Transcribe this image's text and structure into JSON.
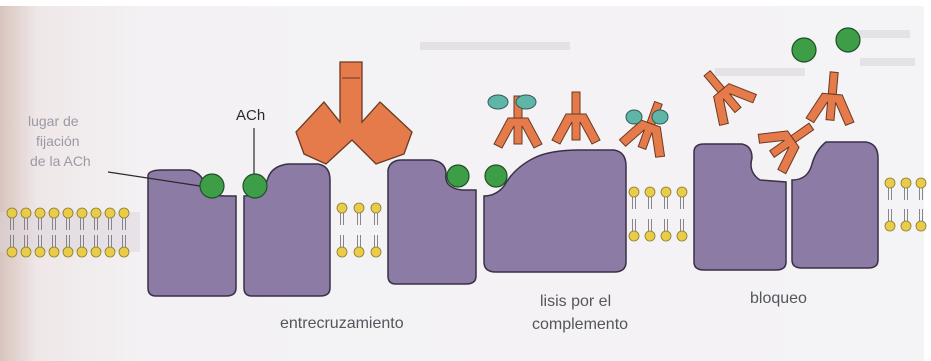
{
  "figure": {
    "label_site_lines": [
      "lugar de",
      "fijación",
      "de la ACh"
    ],
    "label_ach": "ACh",
    "captions": {
      "crosslinking": "entrecruzamiento",
      "lysis_lines": [
        "lisis por el",
        "complemento"
      ],
      "blocking": "bloqueo"
    }
  },
  "colors": {
    "receptor": "#8c7ba4",
    "antibody": "#e57a4a",
    "ach": "#3e9e48",
    "lipid_head": "#e8cc4a",
    "complement": "#5fb6a8",
    "background": "#ffffff"
  }
}
